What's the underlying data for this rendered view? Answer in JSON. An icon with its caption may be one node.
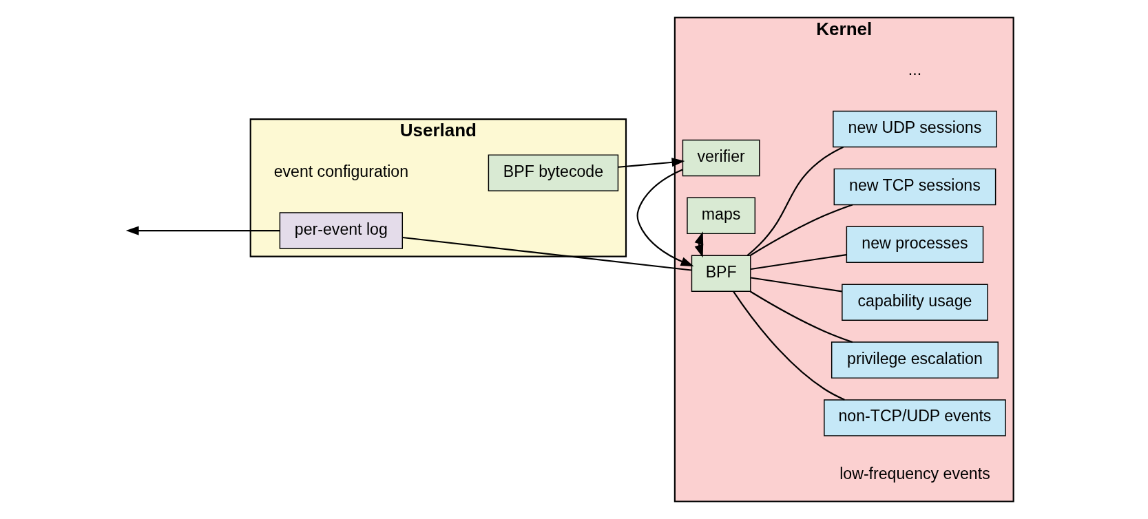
{
  "diagram": {
    "nodes": [
      {
        "text": [
          "Userland"
        ]
      },
      {
        "text": [
          "BPF bytecode"
        ],
        "in": 0
      },
      {
        "text": [
          "per-event log"
        ],
        "in": 0
      },
      {
        "text": [
          "Kernel"
        ]
      },
      {
        "text": [
          "verifier"
        ],
        "in": 3
      },
      {
        "text": [
          "BPF"
        ],
        "in": 3
      },
      {
        "text": [
          "maps"
        ],
        "in": 3
      },
      {
        "text": [
          "new TCP sessions"
        ],
        "in": 3
      },
      {
        "text": [
          "new UDP sessions"
        ],
        "in": 3
      },
      {
        "text": [
          "non-TCP/UDP events"
        ],
        "in": 3
      },
      {
        "text": [
          "privilege escalation"
        ],
        "in": 3
      },
      {
        "text": [
          "capability usage"
        ],
        "in": 3
      },
      {
        "text": [
          "new processes"
        ],
        "in": 3
      }
    ],
    "edges": [
      {
        "from": 1,
        "to": 4,
        "arrow": "to"
      },
      {
        "from": 4,
        "to": 5,
        "arrow": "to"
      },
      {
        "from": 5,
        "to": 2,
        "arrow": "none"
      },
      {
        "from": 2,
        "to": null,
        "arrow": "to"
      },
      {
        "from": 5,
        "to": 6,
        "arrow": "both"
      },
      {
        "from": 5,
        "to": 7,
        "arrow": "none"
      },
      {
        "from": 5,
        "to": 8,
        "arrow": "none"
      },
      {
        "from": 5,
        "to": 9,
        "arrow": "none"
      },
      {
        "from": 5,
        "to": 10,
        "arrow": "none"
      },
      {
        "from": 5,
        "to": 11,
        "arrow": "none"
      },
      {
        "from": 5,
        "to": 12,
        "arrow": "none"
      }
    ],
    "labels": [
      "event configuration",
      "low-frequency events",
      "..."
    ]
  }
}
